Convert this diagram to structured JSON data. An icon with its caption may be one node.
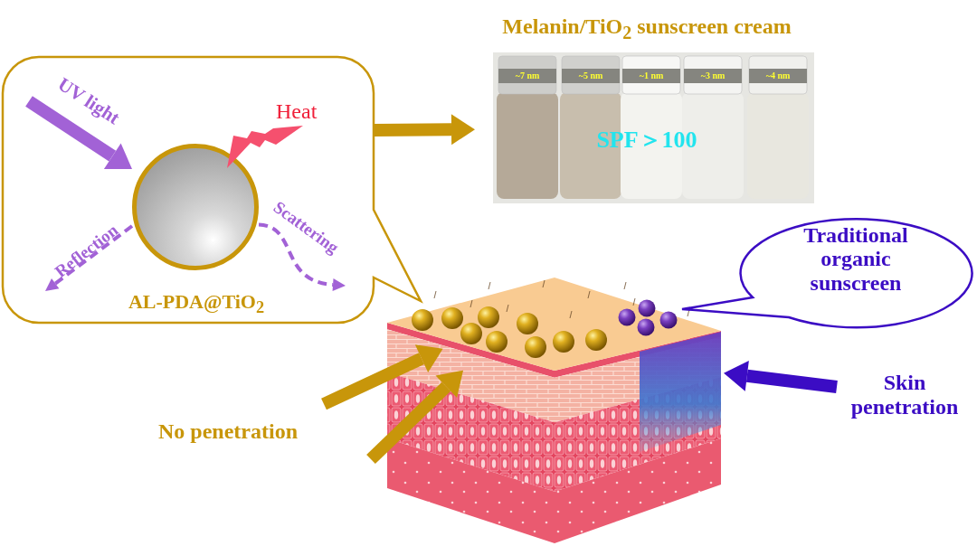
{
  "diagram": {
    "nodes": [
      {
        "text": [],
        "shape": "callout"
      },
      {
        "text": [],
        "shape": "circle",
        "in": 0,
        "beside": [
          "AL-PDA@TiO$_{2}$"
        ]
      },
      {
        "text": [
          "Melanin/TiO$_{2}$ sunscreen cream",
          "~7 nm",
          "~5 nm",
          "~1 nm",
          "~3 nm",
          "~4 nm",
          "SPF＞100"
        ]
      },
      {
        "text": [],
        "shape": "picture"
      },
      {
        "text": [
          "Traditional organic sunscreen"
        ]
      },
      {
        "text": [
          "Skin penetration"
        ]
      }
    ],
    "edges": [
      {
        "from": null,
        "to": 1,
        "arrow": "to",
        "label": "UV light",
        "color": "#a262d6"
      },
      {
        "from": 1,
        "to": null,
        "arrow": "to",
        "label": "Reflection",
        "style": "dashed",
        "color": "#a262d6"
      },
      {
        "from": 1,
        "to": null,
        "arrow": "to",
        "label": "Scattering",
        "style": "dashed",
        "color": "#a262d6"
      },
      {
        "from": 0,
        "to": 2,
        "arrow": "to",
        "color": "#c8960a"
      },
      {
        "from": null,
        "to": 3,
        "arrow": "to",
        "color": "#c8960a"
      },
      {
        "from": null,
        "to": 3,
        "arrow": "to",
        "color": "#c8960a"
      },
      {
        "from": 5,
        "to": 3,
        "arrow": "to",
        "color": "#3b0cc4"
      }
    ],
    "labels": [
      "Heat",
      "No penetration"
    ]
  }
}
